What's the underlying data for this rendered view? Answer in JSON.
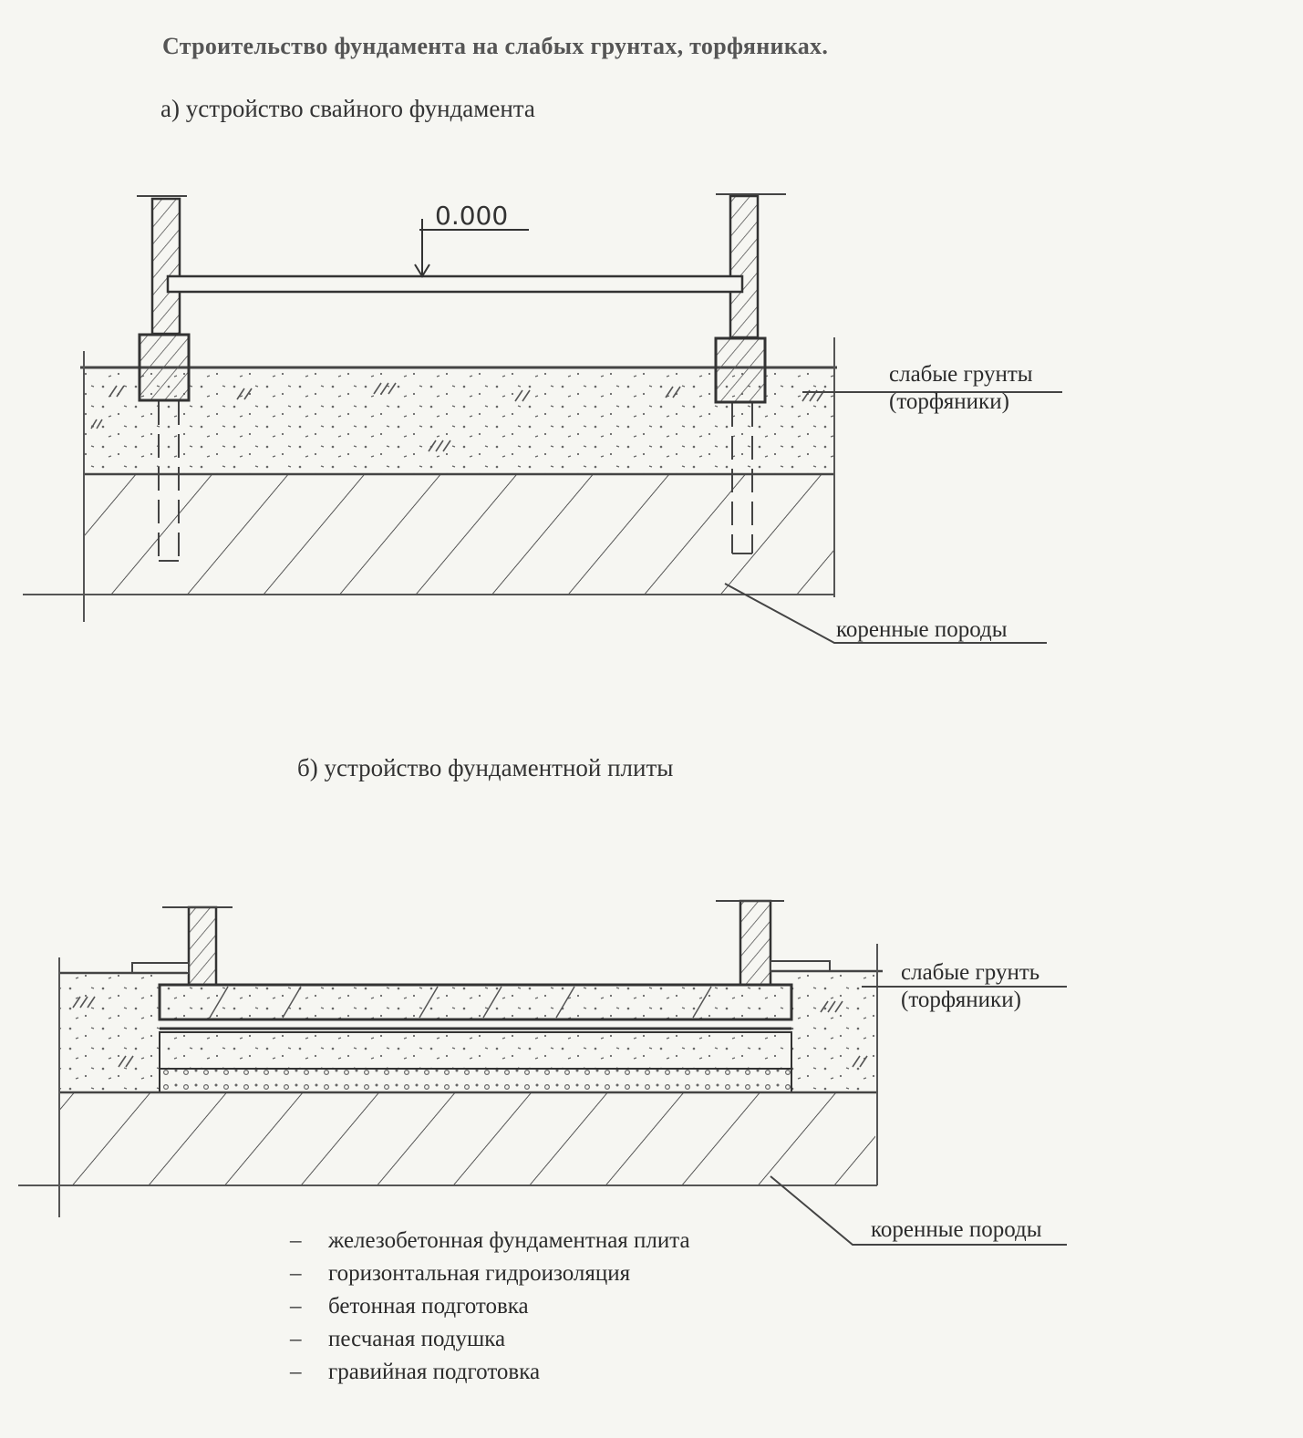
{
  "title": "Строительство фундамента на слабых грунтах, торфяниках.",
  "section_a": {
    "caption": "а) устройство свайного фундамента",
    "elevation": "0.000",
    "weak_soil_label": [
      "слабые грунты",
      "(торфяники)"
    ],
    "bedrock_label": "коренные  породы"
  },
  "section_b": {
    "caption": "б) устройство фундаментной плиты",
    "weak_soil_label": [
      "слабые  грунть",
      "(торфяники)"
    ],
    "bedrock_label": "коренные породы"
  },
  "legend": [
    {
      "marker": "–",
      "text": "железобетонная фундаментная плита"
    },
    {
      "marker": "–",
      "text": "горизонтальная гидроизоляция"
    },
    {
      "marker": "–",
      "text": "бетонная подготовка"
    },
    {
      "marker": "–",
      "text": "песчаная подушка"
    },
    {
      "marker": "–",
      "text": "гравийная подготовка"
    }
  ]
}
